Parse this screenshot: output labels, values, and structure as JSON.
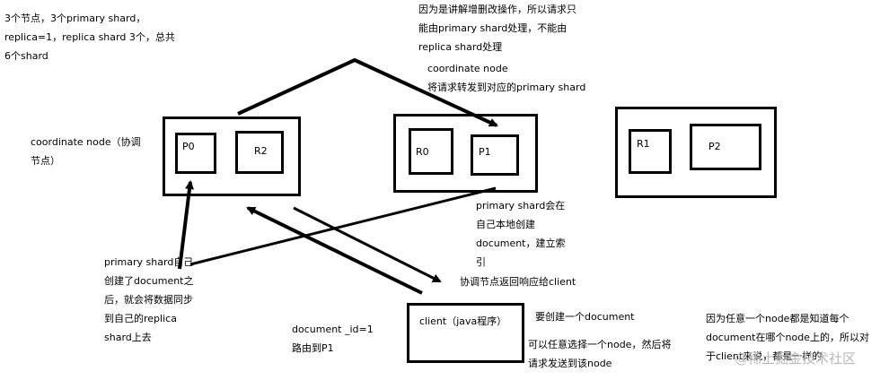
{
  "notes": {
    "cluster_info": "3个节点，3个primary shard，\nreplica=1，replica shard 3个，总共\n6个shard",
    "write_only_primary": "因为是讲解增删改操作，所以请求只\n能由primary shard处理，不能由\nreplica shard处理",
    "coordinate_forward": "coordinate node\n将请求转发到对应的primary shard",
    "coordinate_node_label": "coordinate node（协调\n节点）",
    "primary_create": "primary shard会在\n自己本地创建\ndocument，建立索\n引",
    "coord_response": "协调节点返回响应给client",
    "primary_sync": "primary shard自己\n创建了document之\n后，就会将数据同步\n到自己的replica\nshard上去",
    "doc_route": "document _id=1\n路由到P1",
    "create_doc": "要创建一个document",
    "choose_node": "可以任意选择一个node，然后将\n请求发送到该node",
    "any_node": "因为任意一个node都是知道每个\ndocument在哪个node上的，所以对\n于client来说，都是一样的"
  },
  "shards": {
    "p0": "P0",
    "r2": "R2",
    "r0": "R0",
    "p1": "P1",
    "r1": "R1",
    "p2": "P2"
  },
  "client_label": "client（java程序）",
  "watermark": "@稀土掘金技术社区"
}
